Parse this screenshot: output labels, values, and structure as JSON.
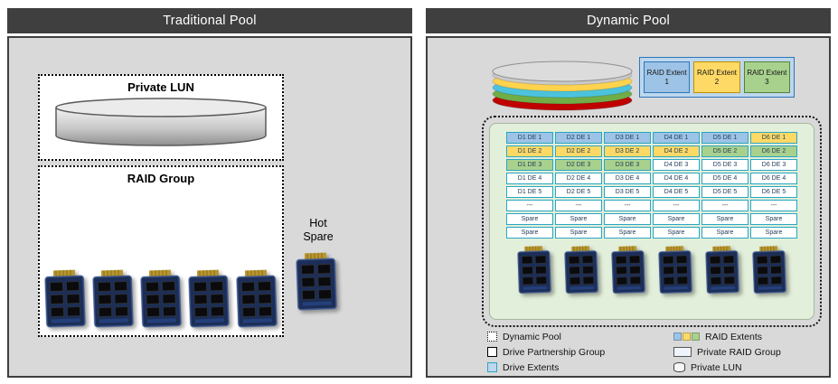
{
  "colors": {
    "blue": "#9dc3e6",
    "yellow": "#ffd966",
    "green": "#a9d18e",
    "white": "#ffffff",
    "grid_border": "#2aa6c4",
    "header_bg": "#3f3f3f",
    "panel_bg": "#d9d9d9",
    "drive_partnership_bg": "#e2efda",
    "extent_container_bg": "#bdd7ee"
  },
  "traditional_pool": {
    "title": "Traditional Pool",
    "private_lun_label": "Private LUN",
    "raid_group_label": "RAID Group",
    "hot_spare_label": "Hot Spare",
    "raid_group_drive_count": 5
  },
  "dynamic_pool": {
    "title": "Dynamic Pool",
    "raid_extents": [
      {
        "label": "RAID Extent 1",
        "color": "blue",
        "border": "#2e75b6"
      },
      {
        "label": "RAID Extent 2",
        "color": "yellow",
        "border": "#bf9000"
      },
      {
        "label": "RAID Extent 3",
        "color": "green",
        "border": "#538135"
      }
    ],
    "drive_extent_grid": {
      "rows": [
        [
          {
            "label": "D1 DE 1",
            "color": "blue"
          },
          {
            "label": "D2 DE 1",
            "color": "blue"
          },
          {
            "label": "D3 DE 1",
            "color": "blue"
          },
          {
            "label": "D4 DE 1",
            "color": "blue"
          },
          {
            "label": "D5 DE 1",
            "color": "blue"
          },
          {
            "label": "D6 DE 1",
            "color": "yellow"
          }
        ],
        [
          {
            "label": "D1 DE 2",
            "color": "yellow"
          },
          {
            "label": "D2 DE 2",
            "color": "yellow"
          },
          {
            "label": "D3 DE 2",
            "color": "yellow"
          },
          {
            "label": "D4 DE 2",
            "color": "yellow"
          },
          {
            "label": "D5 DE 2",
            "color": "green"
          },
          {
            "label": "D6 DE 2",
            "color": "green"
          }
        ],
        [
          {
            "label": "D1 DE 3",
            "color": "green"
          },
          {
            "label": "D2 DE 3",
            "color": "green"
          },
          {
            "label": "D3 DE 3",
            "color": "green"
          },
          {
            "label": "D4 DE 3",
            "color": "white"
          },
          {
            "label": "D5 DE 3",
            "color": "white"
          },
          {
            "label": "D6 DE 3",
            "color": "white"
          }
        ],
        [
          {
            "label": "D1 DE 4",
            "color": "white"
          },
          {
            "label": "D2 DE 4",
            "color": "white"
          },
          {
            "label": "D3 DE 4",
            "color": "white"
          },
          {
            "label": "D4 DE 4",
            "color": "white"
          },
          {
            "label": "D5 DE 4",
            "color": "white"
          },
          {
            "label": "D6 DE 4",
            "color": "white"
          }
        ],
        [
          {
            "label": "D1 DE 5",
            "color": "white"
          },
          {
            "label": "D2 DE 5",
            "color": "white"
          },
          {
            "label": "D3 DE 5",
            "color": "white"
          },
          {
            "label": "D4 DE 5",
            "color": "white"
          },
          {
            "label": "D5 DE 5",
            "color": "white"
          },
          {
            "label": "D6 DE 5",
            "color": "white"
          }
        ],
        [
          {
            "label": "---",
            "color": "white"
          },
          {
            "label": "---",
            "color": "white"
          },
          {
            "label": "---",
            "color": "white"
          },
          {
            "label": "---",
            "color": "white"
          },
          {
            "label": "---",
            "color": "white"
          },
          {
            "label": "---",
            "color": "white"
          }
        ],
        [
          {
            "label": "Spare",
            "color": "white"
          },
          {
            "label": "Spare",
            "color": "white"
          },
          {
            "label": "Spare",
            "color": "white"
          },
          {
            "label": "Spare",
            "color": "white"
          },
          {
            "label": "Spare",
            "color": "white"
          },
          {
            "label": "Spare",
            "color": "white"
          }
        ],
        [
          {
            "label": "Spare",
            "color": "white"
          },
          {
            "label": "Spare",
            "color": "white"
          },
          {
            "label": "Spare",
            "color": "white"
          },
          {
            "label": "Spare",
            "color": "white"
          },
          {
            "label": "Spare",
            "color": "white"
          },
          {
            "label": "Spare",
            "color": "white"
          }
        ]
      ]
    },
    "drive_count": 6,
    "legend": {
      "left": [
        {
          "icon": "dotted-box",
          "label": "Dynamic Pool"
        },
        {
          "icon": "solid-box",
          "label": "Drive Partnership Group"
        },
        {
          "icon": "blue-box",
          "label": "Drive Extents"
        }
      ],
      "right": [
        {
          "icon": "swatches",
          "label": "RAID Extents"
        },
        {
          "icon": "light-box",
          "label": "Private RAID Group"
        },
        {
          "icon": "cylinder",
          "label": "Private LUN"
        }
      ]
    }
  }
}
